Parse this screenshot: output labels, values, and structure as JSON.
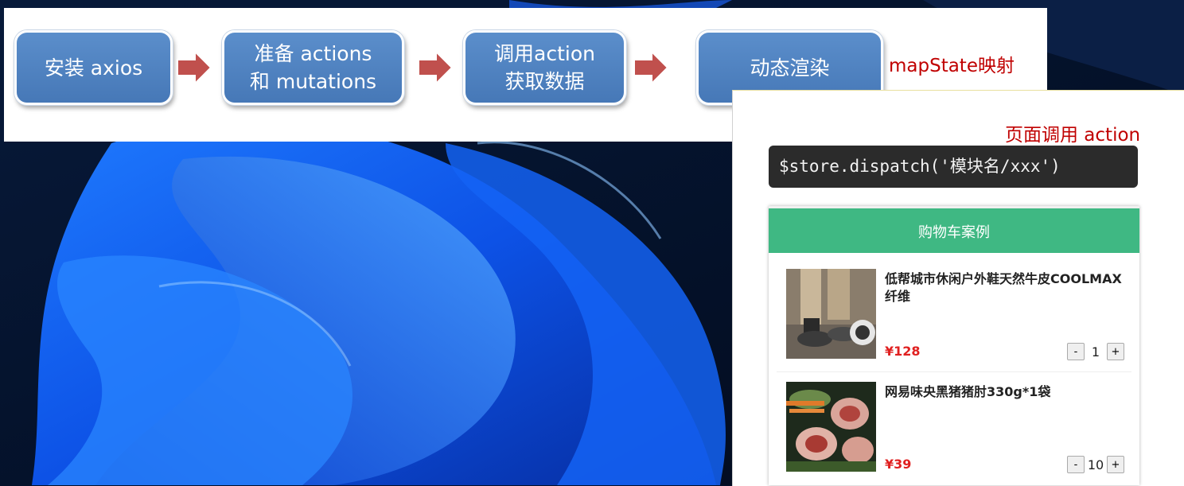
{
  "flow": {
    "steps": [
      {
        "line1": "安装 axios",
        "line2": ""
      },
      {
        "line1": "准备 actions",
        "line2": "和 mutations"
      },
      {
        "line1": "调用action",
        "line2": "获取数据"
      },
      {
        "line1": "动态渲染",
        "line2": ""
      }
    ],
    "annotation_map_state": "mapState映射",
    "annotation_page_action": "页面调用 action"
  },
  "code": {
    "dispatch": "$store.dispatch('模块名/xxx')"
  },
  "cart": {
    "title": "购物车案例",
    "items": [
      {
        "name": "低帮城市休闲户外鞋天然牛皮COOLMAX纤维",
        "price": "¥128",
        "qty": "1",
        "minus": "-",
        "plus": "+"
      },
      {
        "name": "网易味央黑猪猪肘330g*1袋",
        "price": "¥39",
        "qty": "10",
        "minus": "-",
        "plus": "+"
      }
    ]
  },
  "colors": {
    "flow_box": "#4f83c2",
    "arrow": "#c0504d",
    "annotation": "#c00000",
    "cart_header": "#3fb883",
    "price": "#e02020"
  }
}
